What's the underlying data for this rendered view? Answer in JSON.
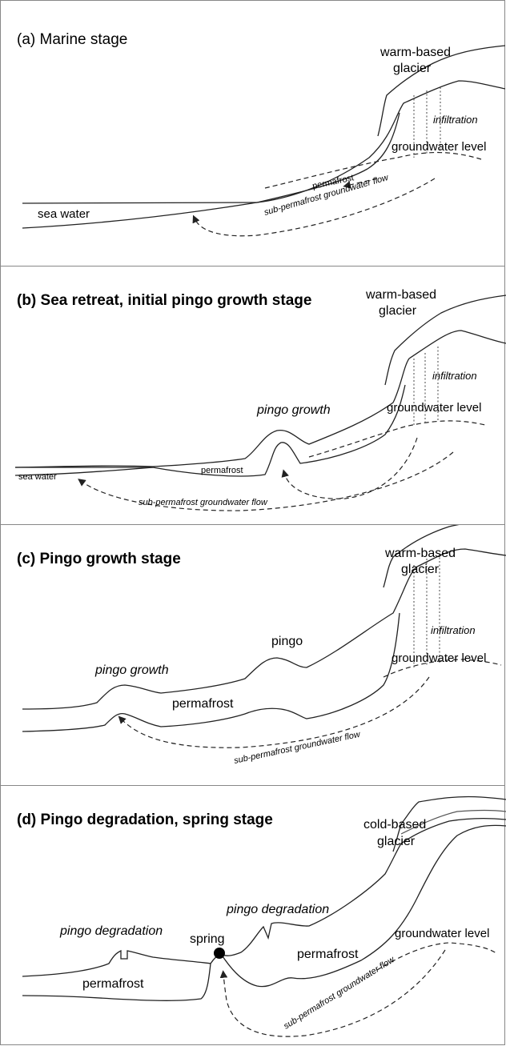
{
  "panels": {
    "a": {
      "title": "(a) Marine stage",
      "glacier_line1": "warm-based",
      "glacier_line2": "glacier",
      "infiltration": "infiltration",
      "groundwater_level": "groundwater level",
      "permafrost": "permafrost",
      "sea_water": "sea water",
      "flow": "sub-permafrost groundwater flow"
    },
    "b": {
      "title": "(b) Sea retreat, initial pingo growth stage",
      "glacier_line1": "warm-based",
      "glacier_line2": "glacier",
      "infiltration": "infiltration",
      "groundwater_level": "groundwater level",
      "pingo_growth": "pingo growth",
      "permafrost": "permafrost",
      "sea_water": "sea water",
      "flow": "sub-permafrost groundwater flow"
    },
    "c": {
      "title": "(c) Pingo growth stage",
      "glacier_line1": "warm-based",
      "glacier_line2": "glacier",
      "infiltration": "infiltration",
      "groundwater_level": "groundwater level",
      "pingo": "pingo",
      "pingo_growth": "pingo growth",
      "permafrost": "permafrost",
      "flow": "sub-permafrost groundwater flow"
    },
    "d": {
      "title": "(d) Pingo degradation, spring stage",
      "glacier_line1": "cold-based",
      "glacier_line2": "glacier",
      "groundwater_level": "groundwater level",
      "pingo_degradation_right": "pingo degradation",
      "pingo_degradation_left": "pingo degradation",
      "spring": "spring",
      "permafrost_right": "permafrost",
      "permafrost_left": "permafrost",
      "flow": "sub-permafrost groundwater flow"
    }
  }
}
